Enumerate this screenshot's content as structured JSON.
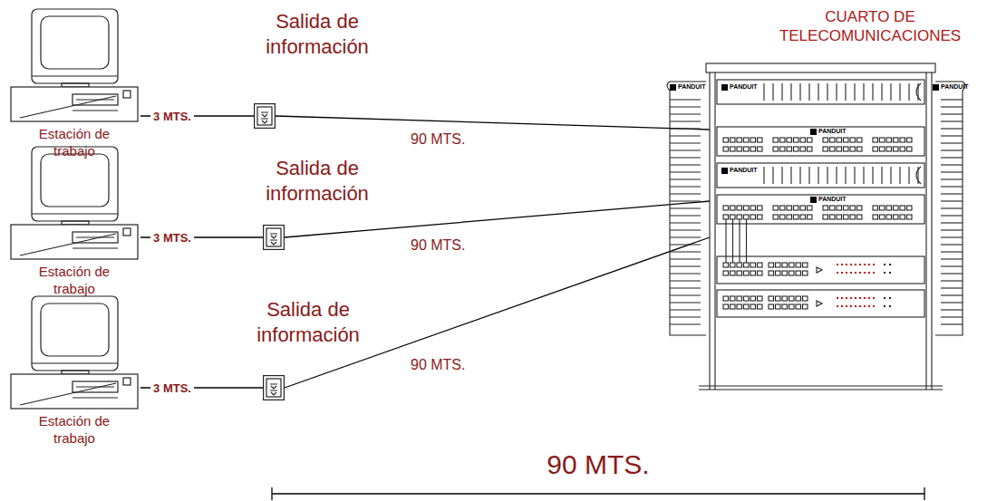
{
  "diagram": {
    "nodes": [
      {
        "text": [
          "Estación de trabajo"
        ]
      },
      {
        "text": [
          "Salida de información"
        ]
      },
      {
        "text": [
          "Estación de trabajo"
        ]
      },
      {
        "text": [
          "Salida de información"
        ]
      },
      {
        "text": [
          "Estación de trabajo"
        ]
      },
      {
        "text": [
          "Salida de información"
        ]
      },
      {
        "text": [
          "CUARTO DE TELECOMUNICACIONES"
        ]
      }
    ],
    "edges": [
      {
        "from": 0,
        "to": 1,
        "arrow": "none",
        "label": "3 MTS."
      },
      {
        "from": 1,
        "to": 6,
        "arrow": "none",
        "label": "90 MTS."
      },
      {
        "from": 2,
        "to": 3,
        "arrow": "none",
        "label": "3 MTS."
      },
      {
        "from": 3,
        "to": 6,
        "arrow": "none",
        "label": "90 MTS."
      },
      {
        "from": 4,
        "to": 5,
        "arrow": "none",
        "label": "3 MTS."
      },
      {
        "from": 5,
        "to": 6,
        "arrow": "none",
        "label": "90 MTS."
      }
    ],
    "labels": [
      "90 MTS.",
      "PANDUIT",
      "PANDUIT",
      "PANDUIT",
      "PANDUIT",
      "PANDUIT",
      "PANDUIT"
    ]
  }
}
